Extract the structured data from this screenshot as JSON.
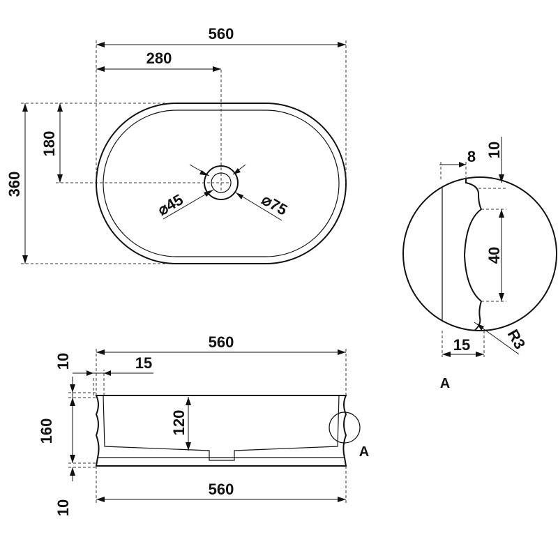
{
  "top_view": {
    "width_label": "560",
    "half_width_label": "280",
    "depth_label": "360",
    "half_depth_label": "180",
    "drain_inner_label": "⌀45",
    "drain_outer_label": "⌀75"
  },
  "detail": {
    "wall_label": "8",
    "lip_label": "10",
    "groove_label": "40",
    "base_label": "15",
    "radius_label": "R3",
    "name": "A"
  },
  "side_view": {
    "top_width_label": "560",
    "bottom_width_label": "560",
    "rim_label": "10",
    "offset_label": "15",
    "height_label": "160",
    "inner_depth_label": "120",
    "base_label": "10",
    "detail_ref": "A"
  }
}
